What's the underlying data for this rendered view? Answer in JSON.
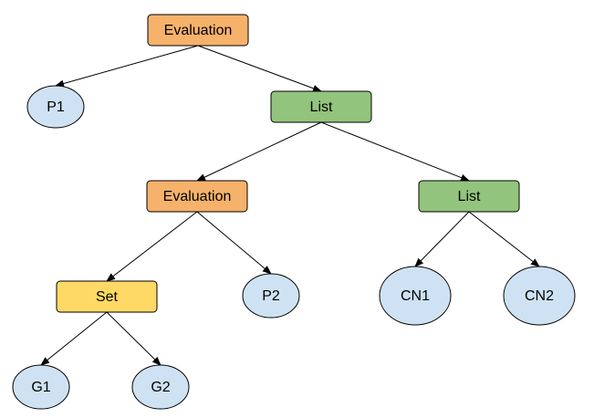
{
  "colors": {
    "evaluation": "#f6b26b",
    "list": "#93c47d",
    "set": "#ffd966",
    "leaf": "#cfe2f3",
    "stroke": "#000000"
  },
  "nodes": {
    "eval_root": {
      "label": "Evaluation",
      "kind": "evaluation",
      "shape": "box"
    },
    "p1": {
      "label": "P1",
      "kind": "leaf",
      "shape": "ellipse"
    },
    "list_top": {
      "label": "List",
      "kind": "list",
      "shape": "box"
    },
    "eval_mid": {
      "label": "Evaluation",
      "kind": "evaluation",
      "shape": "box"
    },
    "list_mid": {
      "label": "List",
      "kind": "list",
      "shape": "box"
    },
    "set": {
      "label": "Set",
      "kind": "set",
      "shape": "box"
    },
    "p2": {
      "label": "P2",
      "kind": "leaf",
      "shape": "ellipse"
    },
    "cn1": {
      "label": "CN1",
      "kind": "leaf",
      "shape": "ellipse"
    },
    "cn2": {
      "label": "CN2",
      "kind": "leaf",
      "shape": "ellipse"
    },
    "g1": {
      "label": "G1",
      "kind": "leaf",
      "shape": "ellipse"
    },
    "g2": {
      "label": "G2",
      "kind": "leaf",
      "shape": "ellipse"
    }
  },
  "edges": [
    {
      "from": "eval_root",
      "to": "p1"
    },
    {
      "from": "eval_root",
      "to": "list_top"
    },
    {
      "from": "list_top",
      "to": "eval_mid"
    },
    {
      "from": "list_top",
      "to": "list_mid"
    },
    {
      "from": "eval_mid",
      "to": "set"
    },
    {
      "from": "eval_mid",
      "to": "p2"
    },
    {
      "from": "list_mid",
      "to": "cn1"
    },
    {
      "from": "list_mid",
      "to": "cn2"
    },
    {
      "from": "set",
      "to": "g1"
    },
    {
      "from": "set",
      "to": "g2"
    }
  ]
}
